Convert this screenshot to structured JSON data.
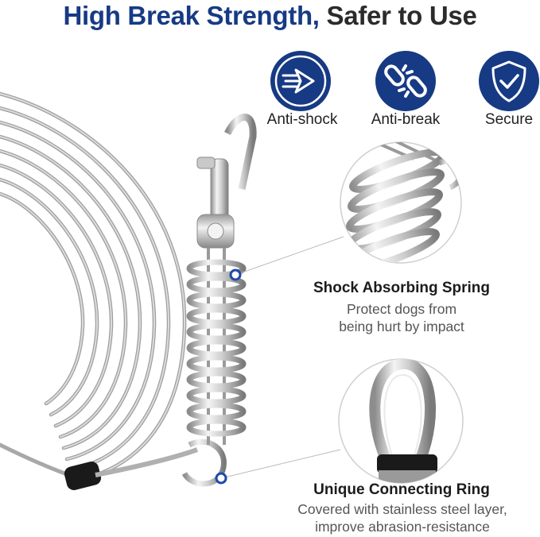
{
  "headline": {
    "accent_text": "High Break Strength,",
    "rest_text": "Safer to Use",
    "accent_color": "#173a84",
    "text_color": "#2b2b2b"
  },
  "features": [
    {
      "label": "Anti-shock",
      "icon": "arrow-shock-icon"
    },
    {
      "label": "Anti-break",
      "icon": "broken-chain-icon"
    },
    {
      "label": "Secure",
      "icon": "shield-check-icon"
    }
  ],
  "callouts": [
    {
      "title": "Shock Absorbing Spring",
      "description_lines": [
        "Protect dogs from",
        "being hurt by impact"
      ]
    },
    {
      "title": "Unique Connecting Ring",
      "description_lines": [
        "Covered with stainless steel layer,",
        "improve abrasion-resistance"
      ]
    }
  ],
  "colors": {
    "badge_blue": "#173a84",
    "marker_blue": "#1f4aa8",
    "cable_gray": "#b5b5b5",
    "sleeve_black": "#1a1a1a"
  }
}
